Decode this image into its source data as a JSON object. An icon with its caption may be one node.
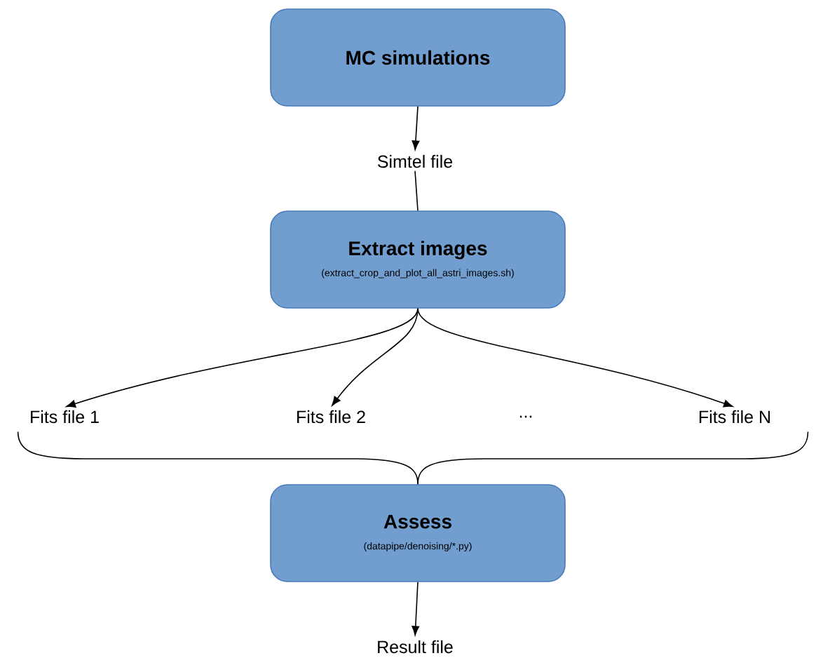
{
  "diagram": {
    "nodes": [
      {
        "text": [
          "MC simulations"
        ]
      },
      {
        "text": [
          "Simtel file"
        ]
      },
      {
        "text": [
          "Extract images",
          "(extract_crop_and_plot_all_astri_images.sh)"
        ]
      },
      {
        "text": [
          "Fits file 1"
        ]
      },
      {
        "text": [
          "Fits file 2"
        ]
      },
      {
        "text": [
          "..."
        ]
      },
      {
        "text": [
          "Fits file N"
        ]
      },
      {
        "text": [
          "Assess",
          "(datapipe/denoising/*.py)"
        ]
      },
      {
        "text": [
          "Result file"
        ]
      }
    ],
    "edges": [
      {
        "from": 0,
        "to": 1,
        "arrow": "to"
      },
      {
        "from": 1,
        "to": 2,
        "arrow": "none"
      },
      {
        "from": 2,
        "to": 3,
        "arrow": "to"
      },
      {
        "from": 2,
        "to": 4,
        "arrow": "to"
      },
      {
        "from": 2,
        "to": 6,
        "arrow": "to"
      },
      {
        "from": 3,
        "to": 7,
        "arrow": "none"
      },
      {
        "from": 6,
        "to": 7,
        "arrow": "none"
      },
      {
        "from": 7,
        "to": 8,
        "arrow": "to"
      }
    ]
  }
}
